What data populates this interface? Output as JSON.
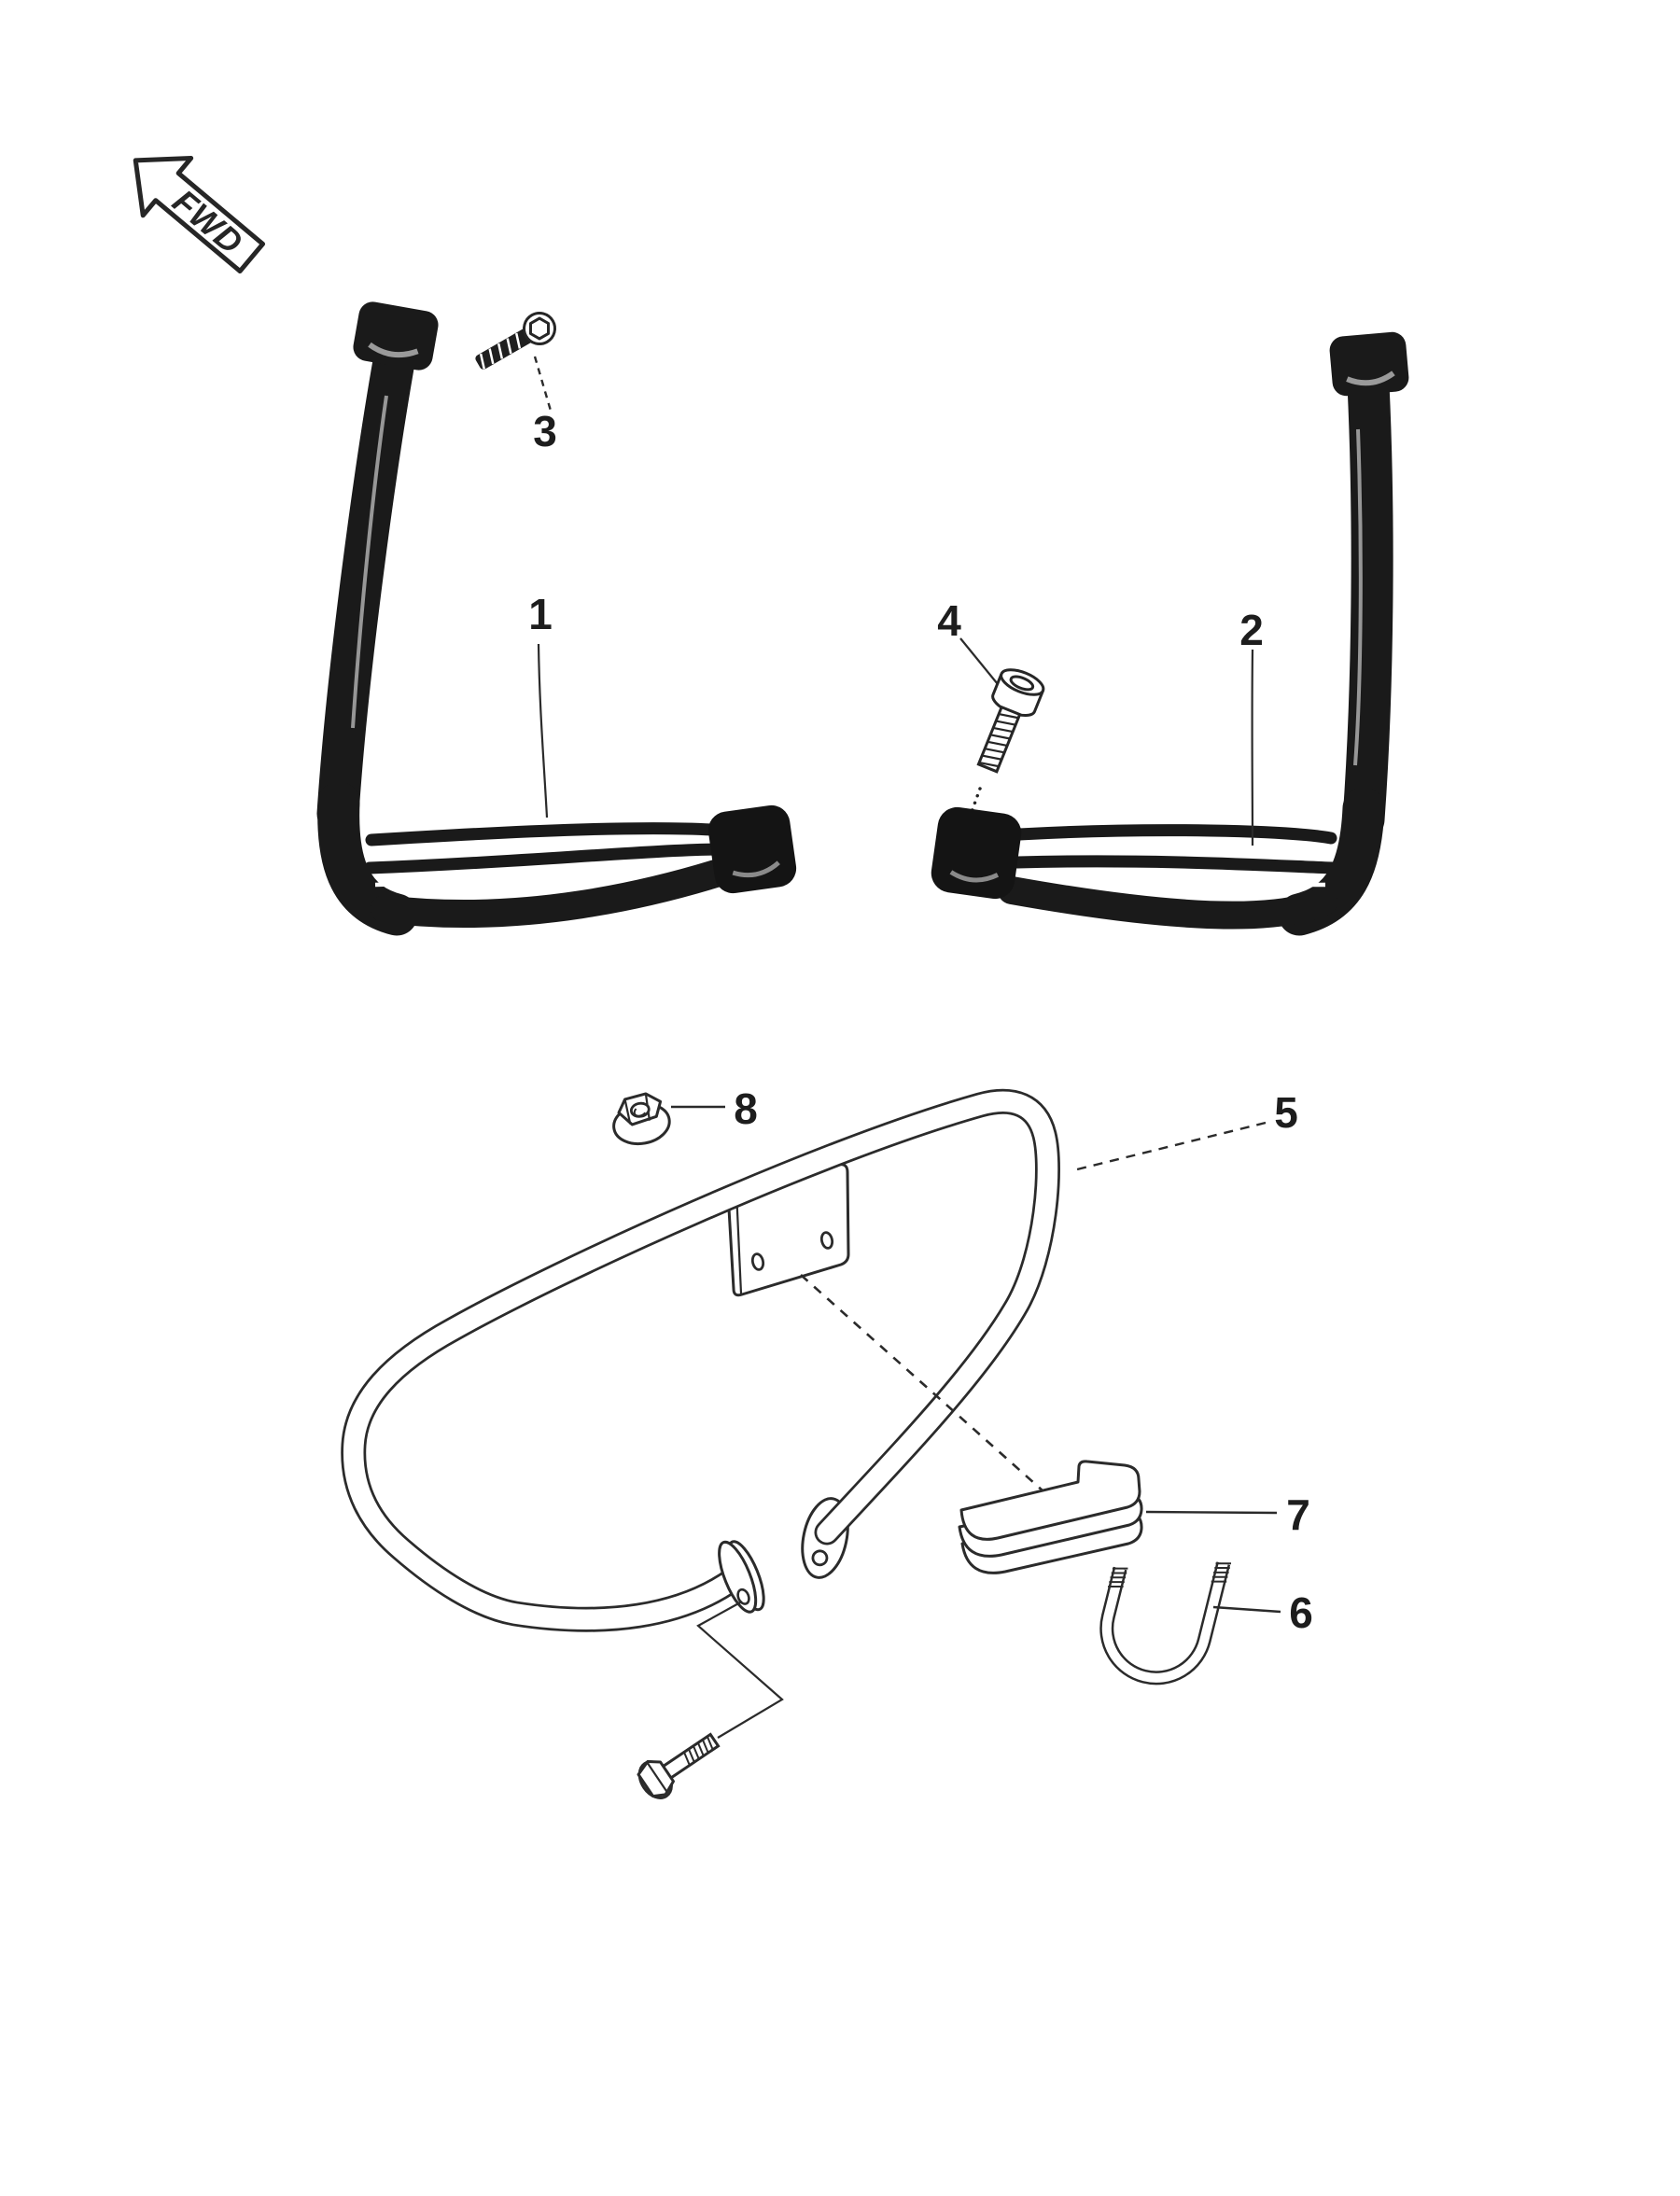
{
  "page": {
    "background": "#ffffff",
    "line_color": "#262626",
    "solid_part_color": "#1a1a1a"
  },
  "orientation": {
    "label": "FWD"
  },
  "callouts": [
    {
      "label": "1"
    },
    {
      "label": "2"
    },
    {
      "label": "3"
    },
    {
      "label": "4"
    },
    {
      "label": "5"
    },
    {
      "label": "6"
    },
    {
      "label": "7"
    },
    {
      "label": "8"
    }
  ]
}
